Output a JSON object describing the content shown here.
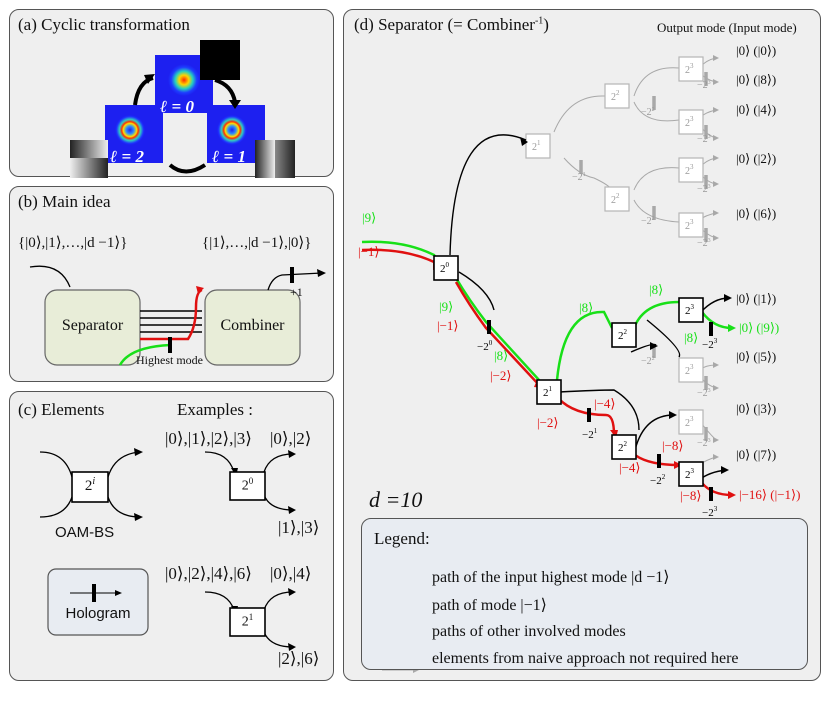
{
  "colors": {
    "green": "#18e018",
    "red": "#e01010",
    "black": "#000000",
    "grey": "#a8a8a8",
    "panel": "#efefef",
    "olive_box": "#e8edd8"
  },
  "panel_a": {
    "title": "(a) Cyclic transformation",
    "labels": [
      "ℓ = 0",
      "ℓ = 2",
      "ℓ = 1"
    ]
  },
  "panel_b": {
    "title": "(b) Main idea",
    "input_set": "{|0⟩,|1⟩,…,|d −1⟩}",
    "output_set": "{|1⟩,…,|d −1⟩,|0⟩}",
    "separator": "Separator",
    "combiner": "Combiner",
    "highest_mode": "Highest mode",
    "plus_one": "+1"
  },
  "panel_c": {
    "title": "(c) Elements",
    "examples_title": "Examples :",
    "bs_label": "2",
    "bs_sup": "i",
    "bs_caption": "OAM-BS",
    "hologram_caption": "Hologram",
    "ex1": {
      "box": "2",
      "sup": "0",
      "in_a": "|0⟩,|1⟩,|2⟩,|3⟩",
      "out_a": "|0⟩,|2⟩",
      "out_b": "|1⟩,|3⟩"
    },
    "ex2": {
      "box": "2",
      "sup": "1",
      "in_a": "|0⟩,|2⟩,|4⟩,|6⟩",
      "out_a": "|0⟩,|4⟩",
      "out_b": "|2⟩,|6⟩"
    }
  },
  "panel_d": {
    "title_main": "(d) Separator (= Combiner",
    "title_sup": "-1",
    "title_end": ")",
    "col_header": "Output mode (Input mode)",
    "d_label": "d =10",
    "outputs_grey": [
      "|0⟩ (|0⟩)",
      "|0⟩ (|8⟩)",
      "|0⟩ (|4⟩)",
      "|0⟩ (|2⟩)",
      "|0⟩ (|6⟩)"
    ],
    "outputs_black": [
      "|0⟩ (|1⟩)",
      "|0⟩ (|5⟩)",
      "|0⟩ (|3⟩)",
      "|0⟩ (|7⟩)"
    ],
    "output_green": "|0⟩ (|9⟩)",
    "output_red": "|−16⟩ (|−1⟩)",
    "green_labels": [
      "|9⟩",
      "|9⟩",
      "|8⟩",
      "|8⟩",
      "|8⟩",
      "|8⟩"
    ],
    "red_labels": [
      "|−1⟩",
      "|−1⟩",
      "|−2⟩",
      "|−2⟩",
      "|−4⟩",
      "|−4⟩",
      "|−8⟩",
      "|−8⟩"
    ],
    "holo_labels": [
      "−2",
      "−2",
      "−2",
      "−2",
      "−2",
      "−2"
    ],
    "legend": {
      "title": "Legend:",
      "items": [
        "path of the input highest mode |d −1⟩",
        "path of mode |−1⟩",
        "paths of other involved modes",
        "elements from naive approach not required here"
      ]
    }
  }
}
